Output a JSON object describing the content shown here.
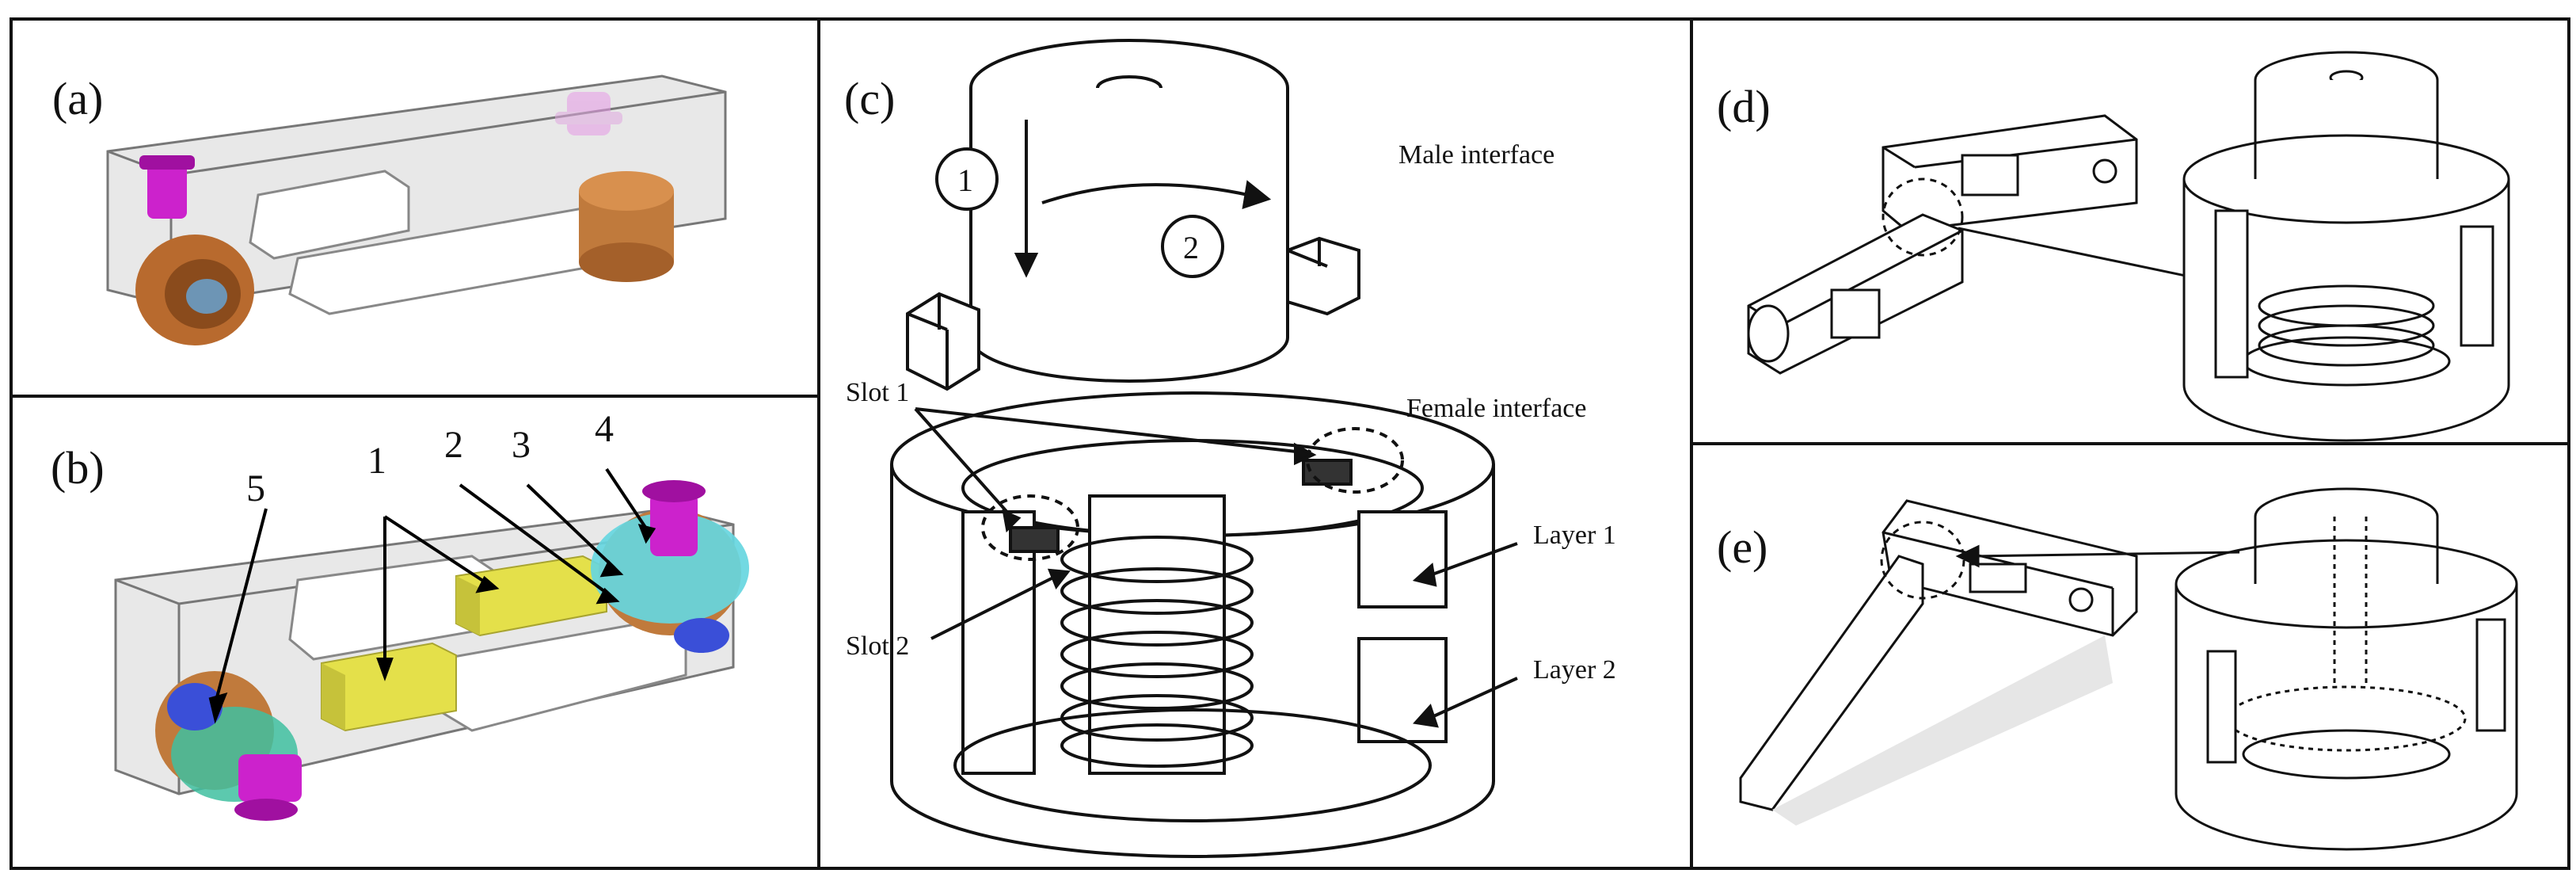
{
  "panels": {
    "a": {
      "label": "(a)"
    },
    "b": {
      "label": "(b)",
      "numbers": [
        "5",
        "1",
        "2",
        "3",
        "4"
      ]
    },
    "c": {
      "label": "(c)",
      "step1": "1",
      "step2": "2",
      "male_interface": "Male interface",
      "female_interface": "Female interface",
      "slot1": "Slot 1",
      "slot2": "Slot 2",
      "layer1": "Layer 1",
      "layer2": "Layer 2"
    },
    "d": {
      "label": "(d)"
    },
    "e": {
      "label": "(e)"
    }
  },
  "colors": {
    "magenta": "#cc22cc",
    "orange": "#c8783a",
    "cyan": "#66d6e0",
    "yellow": "#e4e04a",
    "box": "#d8d8d8"
  }
}
